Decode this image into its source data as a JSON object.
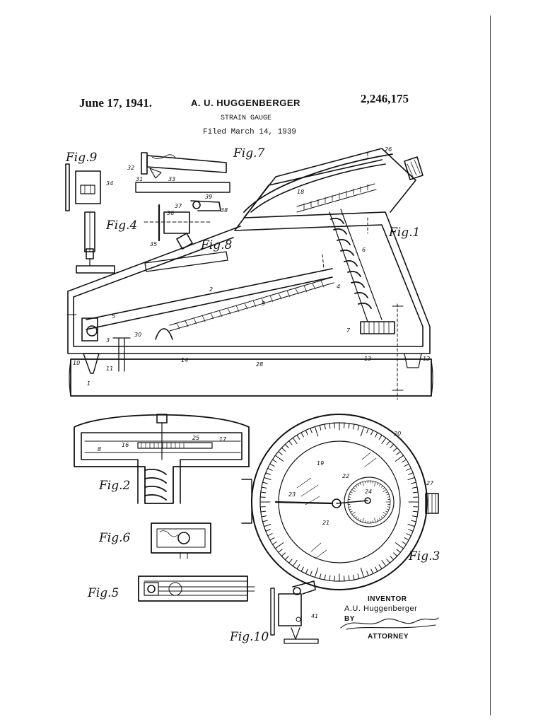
{
  "header": {
    "date": "June 17, 1941.",
    "inventor": "A. U. HUGGENBERGER",
    "patent_number": "2,246,175",
    "title": "STRAIN GAUGE",
    "filed": "Filed March 14, 1939"
  },
  "figures": {
    "fig1": "Fig.1",
    "fig2": "Fig.2",
    "fig3": "Fig.3",
    "fig4": "Fig.4",
    "fig5": "Fig.5",
    "fig6": "Fig.6",
    "fig7": "Fig.7",
    "fig8": "Fig.8",
    "fig9": "Fig.9",
    "fig10": "Fig.10"
  },
  "signature": {
    "inventor_label": "INVENTOR",
    "inventor_name": "A.U. Huggenberger",
    "by_label": "BY",
    "attorney_label": "ATTORNEY"
  },
  "reference_numerals": [
    "1",
    "2",
    "3",
    "4",
    "5",
    "6",
    "7",
    "8",
    "9",
    "10",
    "11",
    "12",
    "13",
    "14",
    "16",
    "17",
    "18",
    "19",
    "20",
    "21",
    "22",
    "23",
    "24",
    "25",
    "26",
    "27",
    "28",
    "30",
    "31",
    "32",
    "33",
    "34",
    "35",
    "36",
    "37",
    "38",
    "39",
    "41"
  ]
}
